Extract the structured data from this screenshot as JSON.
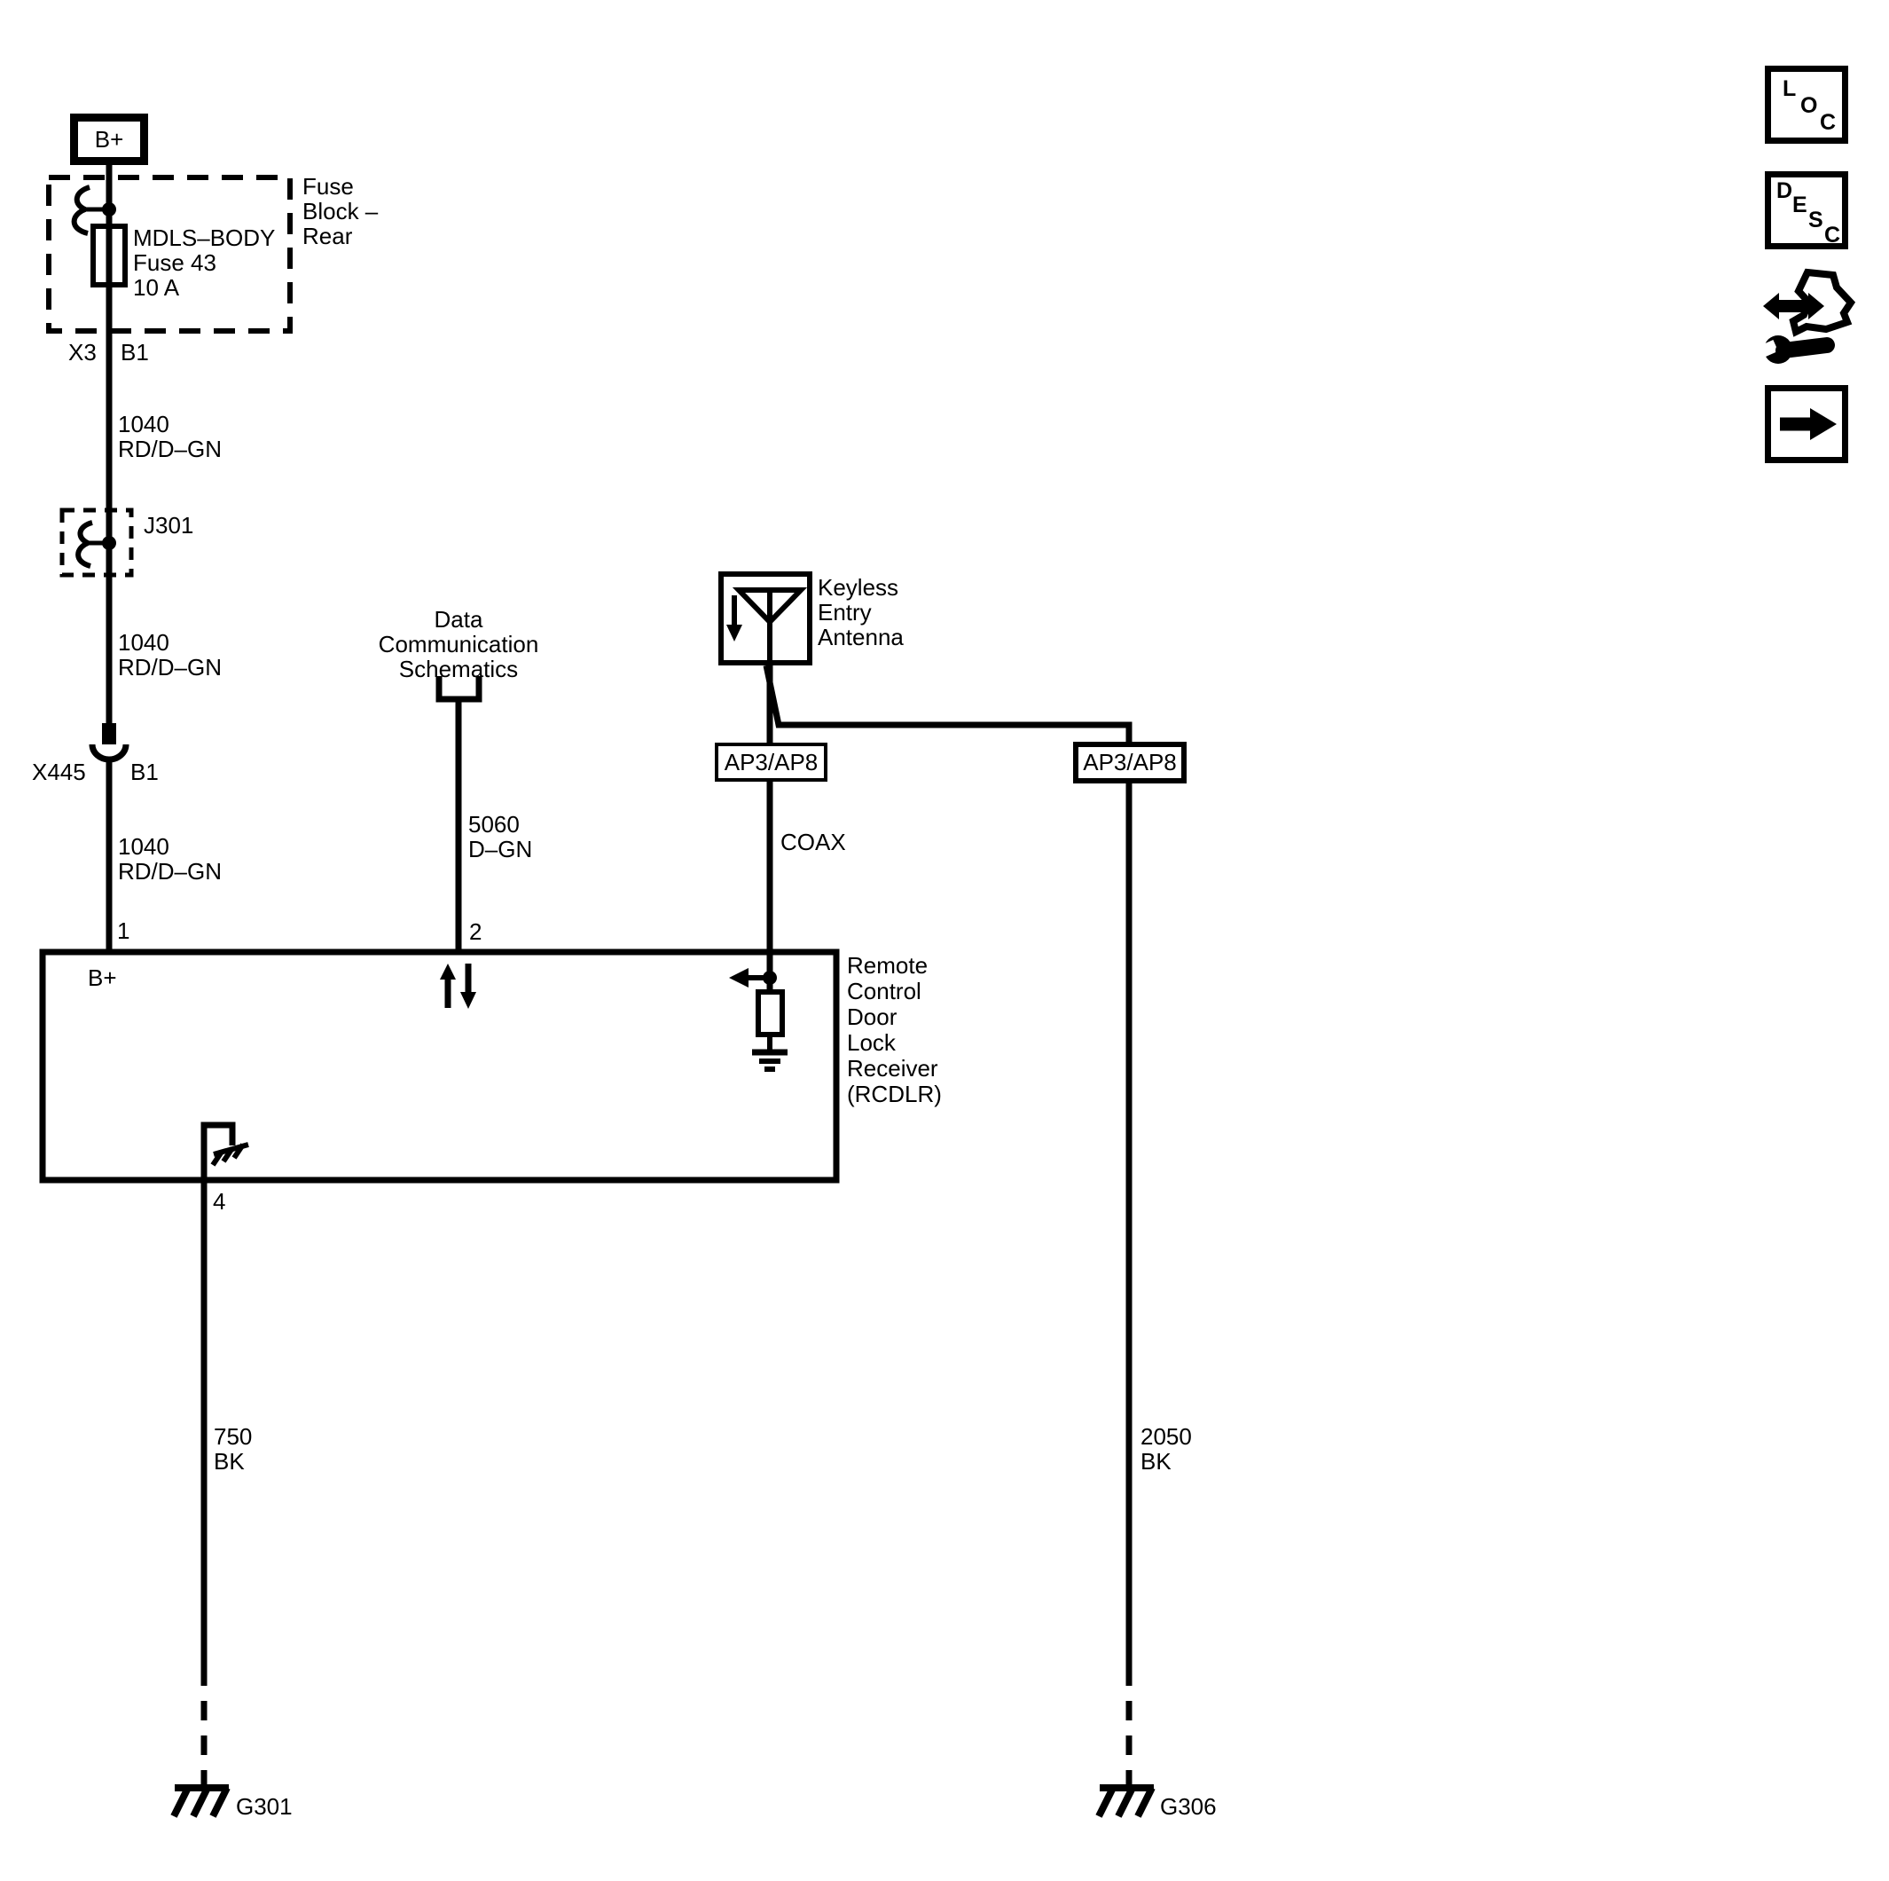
{
  "colors": {
    "ink": "#000000",
    "paper": "#ffffff"
  },
  "battery": {
    "label": "B+"
  },
  "fuse_block": {
    "title": "Fuse\nBlock –\nRear",
    "fuse": "MDLS–BODY\nFuse 43\n10 A",
    "pin_left": "X3",
    "pin_right": "B1"
  },
  "splice": {
    "label": "J301"
  },
  "connector_x445": {
    "left": "X445",
    "right": "B1"
  },
  "offpage": {
    "label": "Data\nCommunication\nSchematics"
  },
  "antenna": {
    "label": "Keyless\nEntry\nAntenna",
    "connector_left": "AP3/AP8",
    "connector_right": "AP3/AP8"
  },
  "wires": {
    "seg1": "1040\nRD/D–GN",
    "seg2": "1040\nRD/D–GN",
    "seg3": "1040\nRD/D–GN",
    "data": "5060\nD–GN",
    "coax": "COAX",
    "gnd_left": "750\nBK",
    "gnd_right": "2050\nBK"
  },
  "rcdlr": {
    "label": "Remote\nControl\nDoor\nLock\nReceiver\n(RCDLR)",
    "b_plus": "B+",
    "pin1": "1",
    "pin2": "2",
    "pin4": "4"
  },
  "grounds": {
    "left": "G301",
    "right": "G306"
  },
  "toolbar": {
    "loc": [
      "L",
      "O",
      "C"
    ],
    "desc": [
      "D",
      "E",
      "S",
      "C"
    ]
  }
}
